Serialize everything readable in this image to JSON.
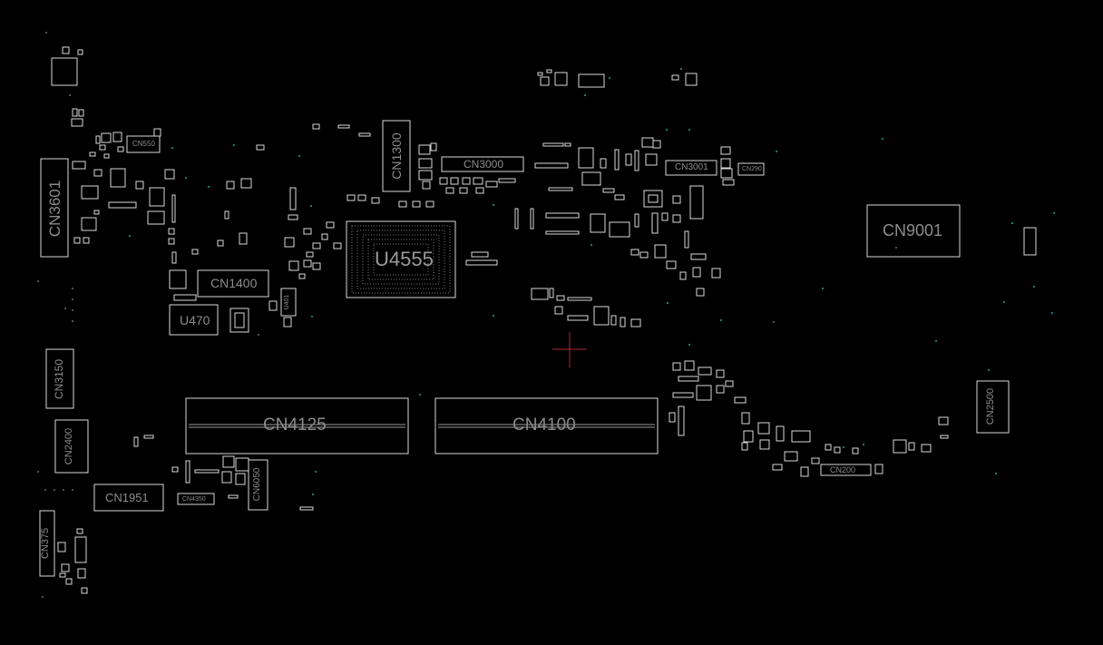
{
  "viewer": {
    "colors": {
      "background": "#000000",
      "outline": "#d9d9d9",
      "label": "#8c8c8c",
      "cursor": "#b0283a",
      "via": "#2a9fa0"
    },
    "labels": {
      "cn3601": "CN3601",
      "cn550": "CN550",
      "cn1300": "CN1300",
      "cn3000": "CN3000",
      "cn3001": "CN3001",
      "cn290": "CN290",
      "u4555": "U4555",
      "cn1400": "CN1400",
      "u470": "U470",
      "u401": "U401",
      "cn9001": "CN9001",
      "cn3150": "CN3150",
      "cn2400": "CN2400",
      "cn4125": "CN4125",
      "cn4100": "CN4100",
      "cn1951": "CN1951",
      "cn4350": "CN4350",
      "cn6050": "CN6050",
      "cn375": "CN375",
      "cn2500": "CN2500",
      "cn200": "CN200"
    }
  }
}
